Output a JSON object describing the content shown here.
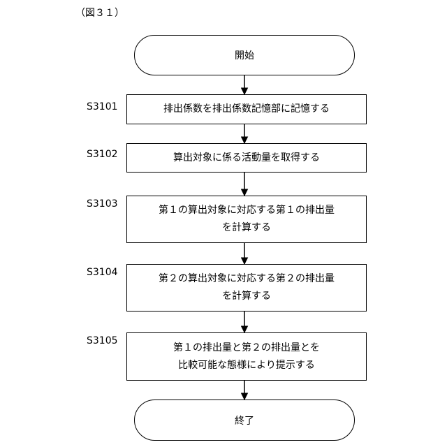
{
  "figure_label": "（図３１）",
  "start": {
    "label": "開始"
  },
  "end": {
    "label": "終了"
  },
  "steps": [
    {
      "id": "S3101",
      "lines": [
        "排出係数を排出係数記憶部に記憶する"
      ]
    },
    {
      "id": "S3102",
      "lines": [
        "算出対象に係る活動量を取得する"
      ]
    },
    {
      "id": "S3103",
      "lines": [
        "第１の算出対象に対応する第１の排出量",
        "を計算する"
      ]
    },
    {
      "id": "S3104",
      "lines": [
        "第２の算出対象に対応する第２の排出量",
        "を計算する"
      ]
    },
    {
      "id": "S3105",
      "lines": [
        "第１の排出量と第２の排出量とを",
        "比較可能な態様により提示する"
      ]
    }
  ]
}
